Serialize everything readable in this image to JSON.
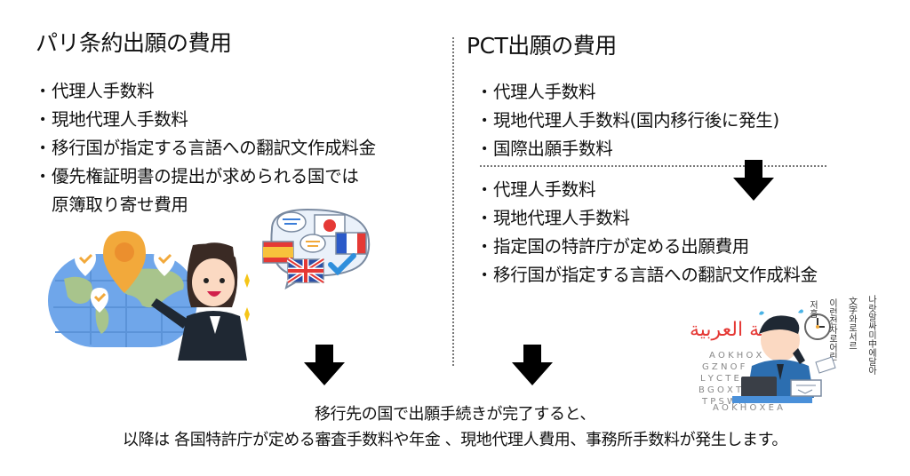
{
  "left": {
    "title": "パリ条約出願の費用",
    "items": [
      {
        "bullet": "・",
        "text": "代理人手数料"
      },
      {
        "bullet": "・",
        "text": "現地代理人手数料"
      },
      {
        "bullet": "・",
        "text": "移行国が指定する言語への翻訳文作成料金"
      },
      {
        "bullet": "・",
        "text": "優先権証明書の提出が求められる国では"
      }
    ],
    "item_continuation": "原簿取り寄せ費用"
  },
  "right": {
    "title": "PCT出願の費用",
    "items_before": [
      {
        "bullet": "・",
        "text": "代理人手数料"
      },
      {
        "bullet": "・",
        "text": "現地代理人手数料(国内移行後に発生)"
      },
      {
        "bullet": "・",
        "text": "国際出願手数料"
      }
    ],
    "items_after": [
      {
        "bullet": "・",
        "text": "代理人手数料"
      },
      {
        "bullet": "・",
        "text": "現地代理人手数料"
      },
      {
        "bullet": "・",
        "text": "指定国の特許庁が定める出願費用"
      },
      {
        "bullet": "・",
        "text": "移行国が指定する言語への翻訳文作成料金"
      }
    ]
  },
  "illustrations": {
    "left_primary": "businesswoman-pointing-at-world-map",
    "left_secondary": "multilingual-speech-bubble-flags",
    "right": "busy-translator-businessman",
    "arabic_text": "اللغة العربية"
  },
  "icons": {
    "arrow": "down-arrow-icon"
  },
  "footer": {
    "line1": "移行先の国で出願手続きが完了すると、",
    "line2": "以降は 各国特許庁が定める審査手数料や年金 、現地代理人費用、事務所手数料が発生します。"
  }
}
